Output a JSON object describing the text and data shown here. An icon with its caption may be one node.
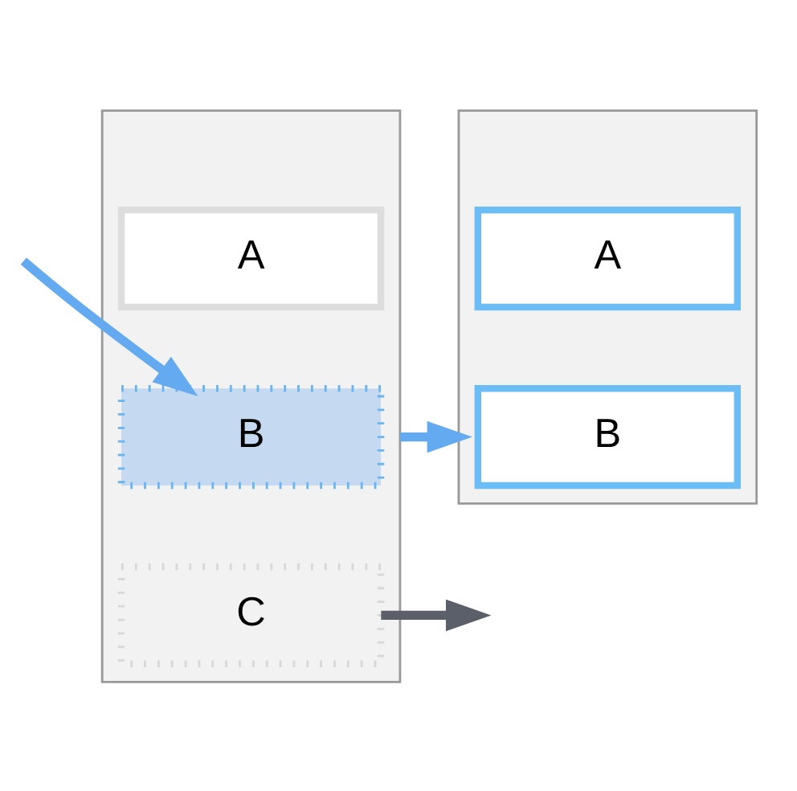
{
  "diagram": {
    "nodes": [
      {
        "text": [],
        "shape": "box"
      },
      {
        "text": [
          "A"
        ],
        "in": 0
      },
      {
        "text": [
          "B"
        ],
        "in": 0
      },
      {
        "text": [
          "C"
        ],
        "in": 0
      },
      {
        "text": [],
        "shape": "box"
      },
      {
        "text": [
          "A"
        ],
        "in": 4
      },
      {
        "text": [
          "B"
        ],
        "in": 4
      }
    ],
    "edges": [
      {
        "from": null,
        "to": 2,
        "arrow": "to",
        "color": "#64aaf0"
      },
      {
        "from": 3,
        "to": null,
        "arrow": "to",
        "color": "#5a5f69"
      },
      {
        "from": 0,
        "to": 4,
        "arrow": "to",
        "color": "#64aaf0"
      }
    ]
  }
}
